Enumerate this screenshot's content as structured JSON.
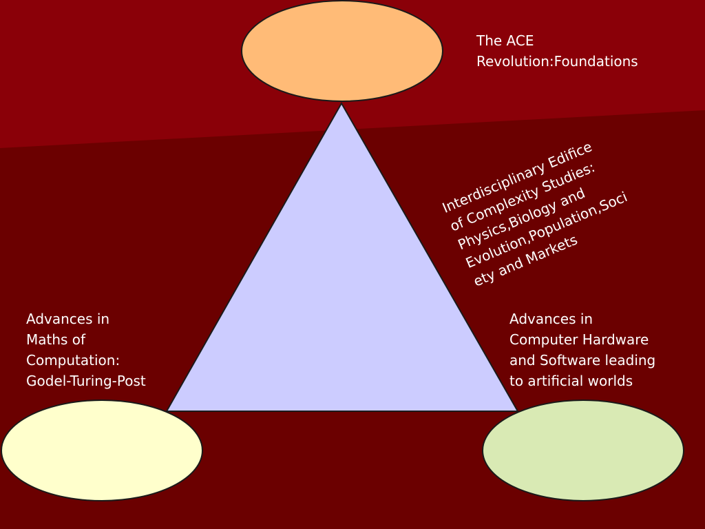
{
  "colors": {
    "background_main": "#6b0000",
    "background_band": "#8a0008",
    "triangle_fill": "#ccccff",
    "top_ellipse_fill": "#ffbb77",
    "left_ellipse_fill": "#ffffcc",
    "right_ellipse_fill": "#d9eab4",
    "outline": "#1a1a1a",
    "text": "#ffffff"
  },
  "labels": {
    "top": "The ACE\nRevolution:Foundations",
    "center_rotated": "Interdisciplinary Edifice\nof Complexity Studies:\nPhysics,Biology and\nEvolution,Population,Soci\nety and Markets",
    "left": "Advances in\nMaths of\nComputation:\nGodel-Turing-Post",
    "right": "Advances in\nComputer Hardware\nand Software leading\nto artificial worlds"
  }
}
